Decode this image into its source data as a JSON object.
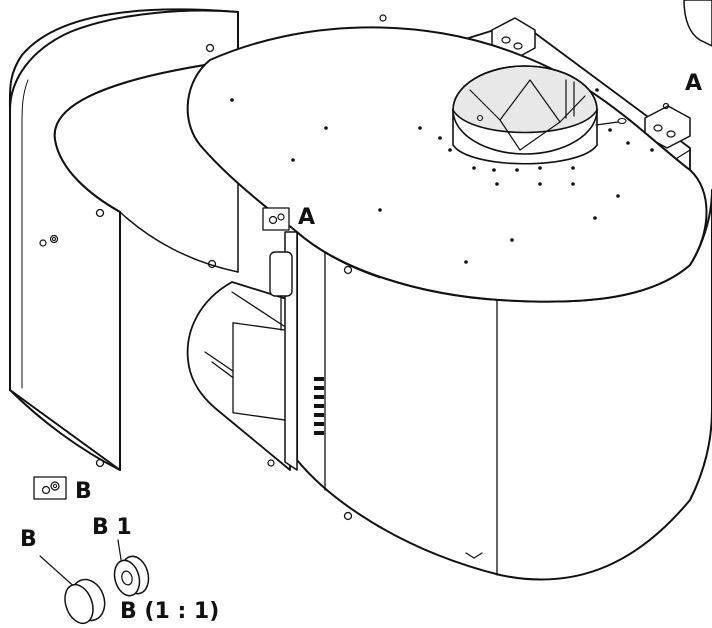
{
  "labels": {
    "a_top_right": "A",
    "a_center": "A",
    "b_callout": "B",
    "b_part": "B",
    "b1": "B 1",
    "b_scale": "B (1 : 1)"
  },
  "colors": {
    "line": "#111111",
    "fill": "#ffffff",
    "shade": "#e8e8e8"
  }
}
